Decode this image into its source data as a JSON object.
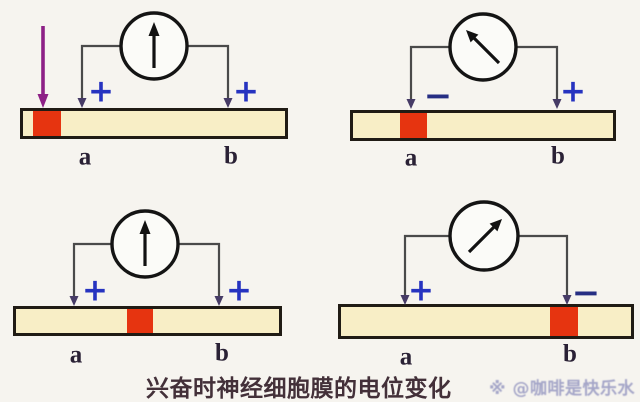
{
  "title": "兴奋时神经细胞膜的电位变化",
  "caption": "兴奋时神经细胞膜的电位变化",
  "watermark": "※ @咖啡是快乐水",
  "colors": {
    "background": "#f6f4ef",
    "membrane_fill": "#f8eec6",
    "membrane_border": "#201b14",
    "excited_region": "#e63410",
    "plus_sign": "#2633c0",
    "minus_sign": "#262e83",
    "stimulus_arrow": "#8d2086",
    "electrode_arrow": "#463b66",
    "wire": "#4a4a4a",
    "caption_text": "#433039",
    "watermark_text": "#a5a6c8"
  },
  "panels": [
    {
      "name": "top-left",
      "galvanometer_needle": "up",
      "stimulus_arrow": true,
      "excited_region": "left-end-before-a",
      "electrode_a": {
        "label": "a",
        "sign": "+"
      },
      "electrode_b": {
        "label": "b",
        "sign": "+"
      }
    },
    {
      "name": "top-right",
      "galvanometer_needle": "deflected-left",
      "stimulus_arrow": false,
      "excited_region": "under-electrode-a",
      "electrode_a": {
        "label": "a",
        "sign": "−"
      },
      "electrode_b": {
        "label": "b",
        "sign": "+"
      }
    },
    {
      "name": "bottom-left",
      "galvanometer_needle": "up",
      "stimulus_arrow": false,
      "excited_region": "between-a-and-b",
      "electrode_a": {
        "label": "a",
        "sign": "+"
      },
      "electrode_b": {
        "label": "b",
        "sign": "+"
      }
    },
    {
      "name": "bottom-right",
      "galvanometer_needle": "deflected-right",
      "stimulus_arrow": false,
      "excited_region": "under-electrode-b",
      "electrode_a": {
        "label": "a",
        "sign": "+"
      },
      "electrode_b": {
        "label": "b",
        "sign": "−"
      }
    }
  ]
}
